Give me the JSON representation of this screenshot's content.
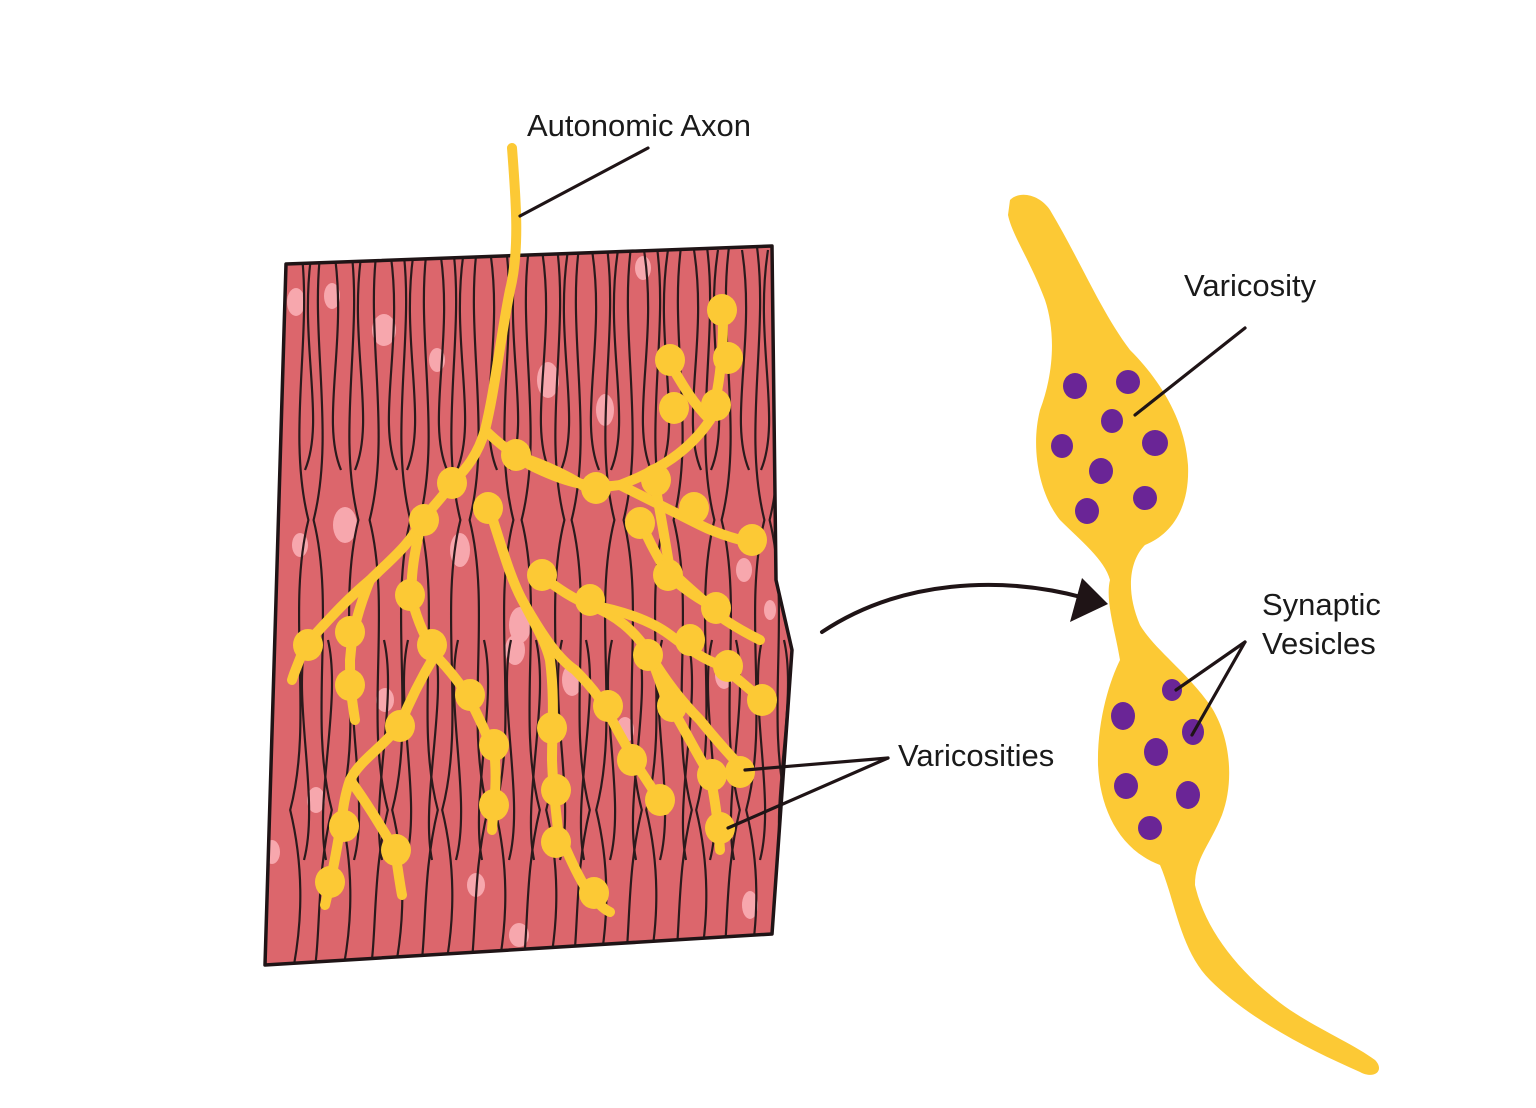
{
  "labels": {
    "axon": "Autonomic Axon",
    "varicosity": "Varicosity",
    "synaptic_line1": "Synaptic",
    "synaptic_line2": "Vesicles",
    "varicosities": "Varicosities"
  },
  "colors": {
    "muscle": "#dc666c",
    "nucleus": "#f7a7ad",
    "fiber_line": "#2b1a1c",
    "axon": "#fcc935",
    "vesicle": "#6a2596",
    "outline": "#1f1416",
    "background": "#ffffff"
  }
}
